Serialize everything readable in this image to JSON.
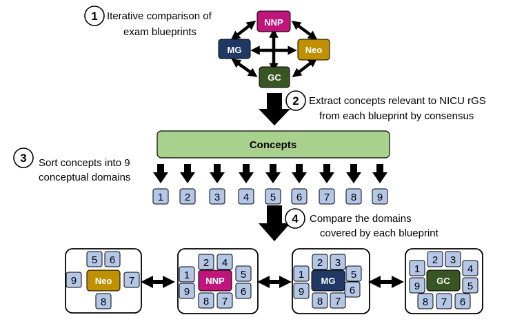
{
  "steps": [
    {
      "number": "1",
      "lines": [
        "Iterative comparison of",
        "exam blueprints"
      ]
    },
    {
      "number": "2",
      "lines": [
        "Extract concepts relevant to NICU rGS",
        "from each blueprint by consensus"
      ]
    },
    {
      "number": "3",
      "lines": [
        "Sort concepts into 9",
        "conceptual domains"
      ]
    },
    {
      "number": "4",
      "lines": [
        "Compare the domains",
        "covered by each blueprint"
      ]
    }
  ],
  "blueprints": {
    "nnp": {
      "label": "NNP",
      "color": "#c0157a"
    },
    "mg": {
      "label": "MG",
      "color": "#1f3864"
    },
    "neo": {
      "label": "Neo",
      "color": "#bf9000"
    },
    "gc": {
      "label": "GC",
      "color": "#375623"
    }
  },
  "concepts_bar": {
    "label": "Concepts",
    "color": "#a9d18e"
  },
  "domains": [
    "1",
    "2",
    "3",
    "4",
    "5",
    "6",
    "7",
    "8",
    "9"
  ],
  "domain_tile_color": "#b4c7e7",
  "panels": [
    {
      "blueprint": "Neo",
      "domains": [
        "5",
        "6",
        "9",
        "7",
        "8"
      ]
    },
    {
      "blueprint": "NNP",
      "domains": [
        "2",
        "4",
        "1",
        "5",
        "9",
        "6",
        "8",
        "7"
      ]
    },
    {
      "blueprint": "MG",
      "domains": [
        "2",
        "3",
        "1",
        "5",
        "9",
        "6",
        "8",
        "7"
      ]
    },
    {
      "blueprint": "GC",
      "domains": [
        "2",
        "3",
        "1",
        "4",
        "9",
        "5",
        "8",
        "7",
        "6"
      ]
    }
  ]
}
